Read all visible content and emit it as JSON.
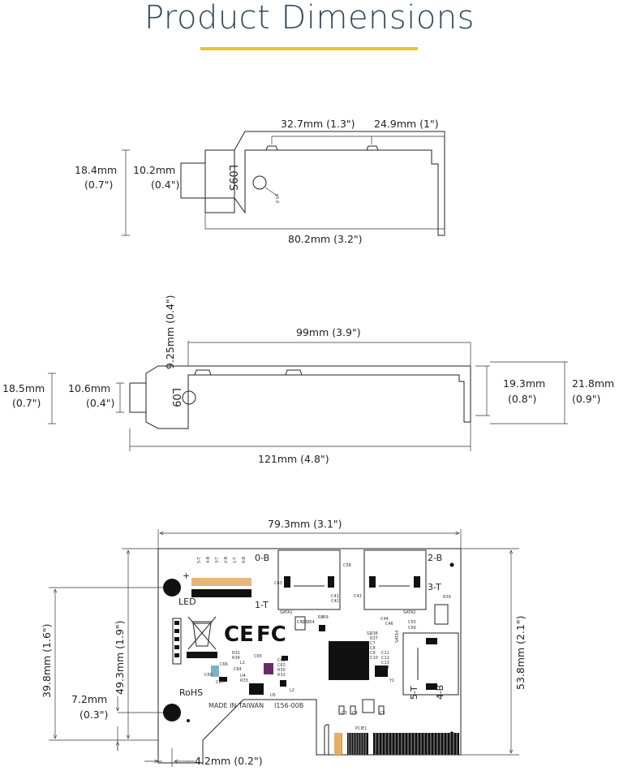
{
  "title": "Product Dimensions",
  "colors": {
    "title": "#344a5e",
    "accent_rule": "#e8c42e",
    "line": "#222222"
  },
  "bracket_low_profile": {
    "dims": {
      "top_left": "32.7mm (1.3\")",
      "top_right": "24.9mm (1\")",
      "height_mm": "18.4mm",
      "height_in": "(0.7\")",
      "tab_mm": "10.2mm",
      "tab_in": "(0.4\")",
      "length": "80.2mm (3.2\")"
    },
    "stamp": "L09S",
    "hole": "φ5.0"
  },
  "bracket_full_profile": {
    "dims": {
      "offset": "9.25mm (0.4\")",
      "top": "99mm (3.9\")",
      "height_mm": "18.5mm",
      "height_in": "(0.7\")",
      "tab_mm": "10.6mm",
      "tab_in": "(0.4\")",
      "right_inner_mm": "19.3mm",
      "right_inner_in": "(0.8\")",
      "right_outer_mm": "21.8mm",
      "right_outer_in": "(0.9\")",
      "length": "121mm (4.8\")"
    },
    "stamp": "L09"
  },
  "pcb": {
    "dims": {
      "width": "79.3mm (3.1\")",
      "height_total": "53.8mm (2.1\")",
      "height_mid": "49.3mm (1.9\")",
      "height_left": "39.8mm (1.6\")",
      "hole_mm": "7.2mm",
      "hole_in": "(0.3\")",
      "hole_offset": "4.2mm (0.2\")"
    },
    "silkscreen": {
      "port0": "0-B",
      "port1": "1-T",
      "port2": "2-B",
      "port3": "3-T",
      "port4": "4-B",
      "port5": "5-T",
      "pins": [
        "5-T",
        "4-B",
        "3-T",
        "2-B",
        "1-T",
        "0-B"
      ],
      "led": "LED",
      "plus": "+",
      "sata1": "SATA1",
      "sata2": "SATA2",
      "sata3": "SATA3",
      "rohs": "RoHS",
      "made_in": "MADE IN TAIWAN",
      "part": "I156-00B",
      "pcie": "PCIE1",
      "ce": "CE",
      "fcc": "FC",
      "components": [
        "C63",
        "C58",
        "C41",
        "C42",
        "C43",
        "C44",
        "C46",
        "C52",
        "C53",
        "C54",
        "C55",
        "C56",
        "C3",
        "C4",
        "C5",
        "C61",
        "C62",
        "C64",
        "C65",
        "C66",
        "C67",
        "C60",
        "R39",
        "R30",
        "R31",
        "R32",
        "R33",
        "R34",
        "R36",
        "R37",
        "U4",
        "U5",
        "L1",
        "L2",
        "Y1",
        "S1",
        "R8",
        "R9",
        "C7",
        "C8",
        "C9",
        "C10",
        "C11",
        "C12",
        "C13",
        "C14"
      ]
    }
  }
}
